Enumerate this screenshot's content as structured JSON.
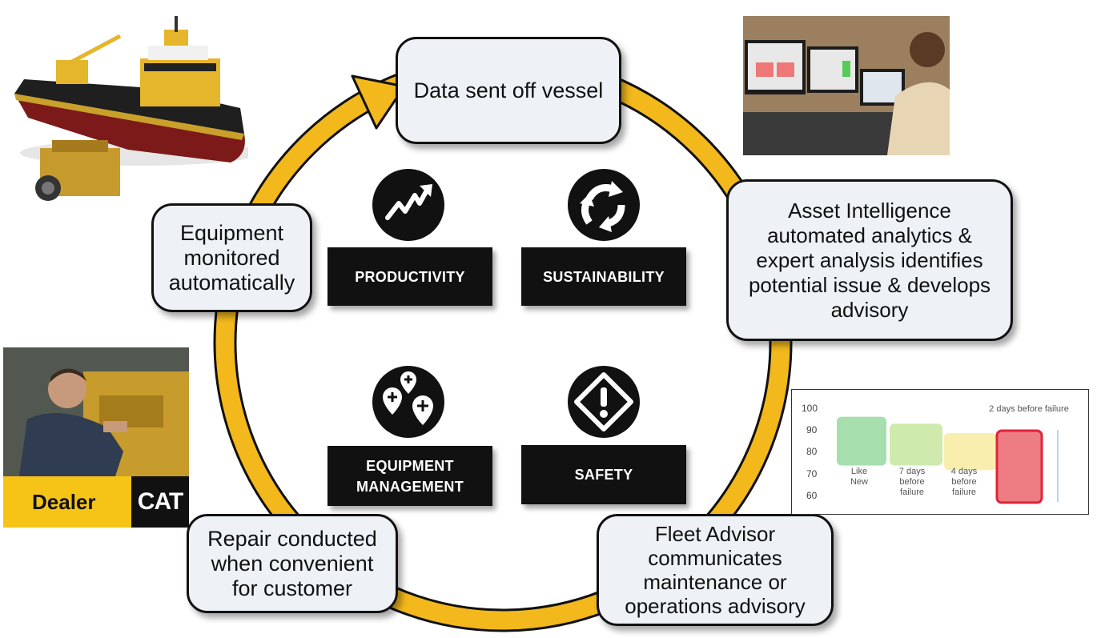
{
  "cycle": {
    "steps": [
      {
        "id": "data-sent",
        "text": "Data sent off vessel"
      },
      {
        "id": "asset-intelligence",
        "text": "Asset Intelligence automated analytics & expert analysis identifies potential issue & develops advisory"
      },
      {
        "id": "fleet-advisor",
        "text": "Fleet Advisor communicates maintenance or operations advisory"
      },
      {
        "id": "repair",
        "text": "Repair conducted when convenient for customer"
      },
      {
        "id": "equipment-monitored",
        "text": "Equipment monitored automatically"
      }
    ],
    "arrow_color": "#f2b81c"
  },
  "benefits": {
    "productivity": "PRODUCTIVITY",
    "sustainability": "SUSTAINABILITY",
    "equipment_management": "EQUIPMENT MANAGEMENT",
    "safety": "SAFETY"
  },
  "icons": {
    "productivity": "trend-up-arrow-icon",
    "sustainability": "recycle-arrows-icon",
    "equipment_management": "location-pins-icon",
    "safety": "warning-diamond-icon"
  },
  "dealer": {
    "label": "Dealer",
    "logo_text": "CAT"
  },
  "chart_data": {
    "type": "bar",
    "y_ticks": [
      "100",
      "90",
      "80",
      "70",
      "60"
    ],
    "ylim": [
      60,
      100
    ],
    "annotation": "2 days before failure",
    "categories": [
      "Like New",
      "7 days before failure",
      "4 days before failure",
      "2 days before failure"
    ],
    "colors": [
      "#5cc46a",
      "#a6db6a",
      "#f4e06a",
      "#e8505a"
    ],
    "ranges": [
      [
        75,
        96
      ],
      [
        75,
        93
      ],
      [
        73,
        89
      ],
      [
        59,
        90
      ]
    ]
  }
}
